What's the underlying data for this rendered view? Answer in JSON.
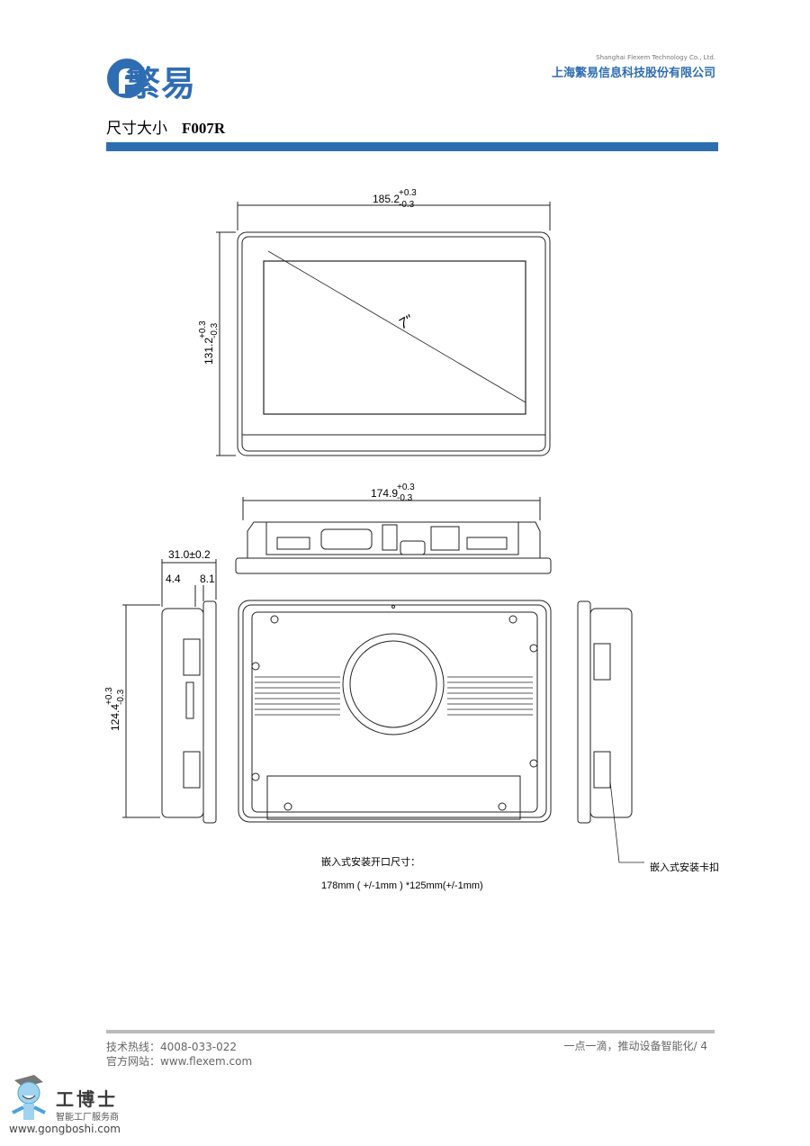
{
  "header": {
    "logo_text": "繁易",
    "company_en": "Shanghai Flexem Technology Co., Ltd.",
    "company_cn": "上海繁易信息科技股份有限公司",
    "title": "尺寸大小",
    "model": "F007R",
    "accent_color": "#2f6db3"
  },
  "drawing": {
    "width_dim": "185.2",
    "height_dim": "131.2",
    "tol_plus": "+0.3",
    "tol_minus": "-0.3",
    "screen_size": "7\"",
    "body_width_dim": "174.9",
    "depth_dim": "31.0±0.2",
    "depth_a": "4.4",
    "depth_b": "8.1",
    "body_height_dim": "124.4",
    "cutout_label": "嵌入式安装开口尺寸：",
    "cutout_value": "178mm ( +/-1mm ) *125mm(+/-1mm)",
    "clip_label": "嵌入式安装卡扣"
  },
  "footer": {
    "hotline": "技术热线：4008-033-022",
    "website": "官方网站：www.flexem.com",
    "slogan": "一点一滴，推动设备智能化/ 4",
    "watermark_name": "工博士",
    "watermark_sub": "智能工厂服务商",
    "watermark_url": "www.gongboshi.com"
  }
}
